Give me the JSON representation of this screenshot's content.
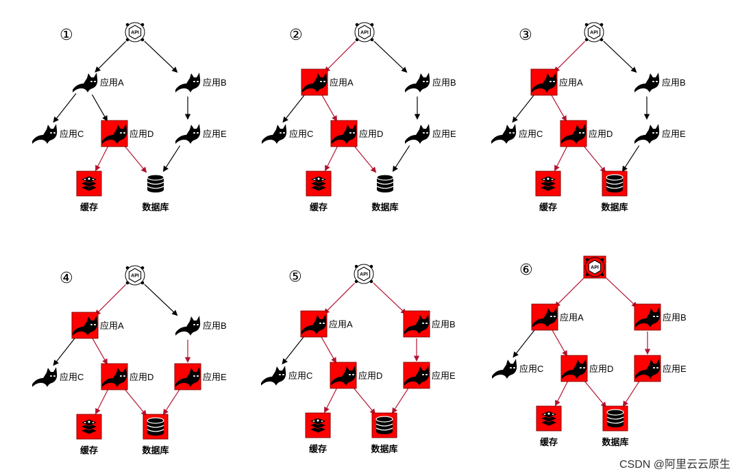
{
  "labels": {
    "api": "API",
    "a": "应用A",
    "b": "应用B",
    "c": "应用C",
    "d": "应用D",
    "e": "应用E",
    "cache": "缓存",
    "db": "数据库"
  },
  "icons": {
    "api": "api-icon",
    "app": "tomcat-icon",
    "cache": "redis-icon",
    "db": "database-icon"
  },
  "colors": {
    "failed_fill": "#ff0000",
    "failed_border": "#8a0000",
    "failed_edge": "#b2122f",
    "normal": "#000000"
  },
  "panels": [
    {
      "number": "①",
      "failed": {
        "api": false,
        "a": false,
        "b": false,
        "c": false,
        "d": true,
        "e": false,
        "cache": true,
        "db": false
      },
      "failing_edges": {
        "api_a": false,
        "api_b": false,
        "a_c": false,
        "a_d": false,
        "b_e": false,
        "d_cache": true,
        "d_db": true,
        "e_db": false
      }
    },
    {
      "number": "②",
      "failed": {
        "api": false,
        "a": true,
        "b": false,
        "c": false,
        "d": true,
        "e": false,
        "cache": true,
        "db": false
      },
      "failing_edges": {
        "api_a": true,
        "api_b": false,
        "a_c": false,
        "a_d": true,
        "b_e": false,
        "d_cache": true,
        "d_db": true,
        "e_db": false
      }
    },
    {
      "number": "③",
      "failed": {
        "api": false,
        "a": true,
        "b": false,
        "c": false,
        "d": true,
        "e": false,
        "cache": true,
        "db": true
      },
      "failing_edges": {
        "api_a": true,
        "api_b": false,
        "a_c": false,
        "a_d": true,
        "b_e": false,
        "d_cache": true,
        "d_db": true,
        "e_db": false
      }
    },
    {
      "number": "④",
      "failed": {
        "api": false,
        "a": true,
        "b": false,
        "c": false,
        "d": true,
        "e": true,
        "cache": true,
        "db": true
      },
      "failing_edges": {
        "api_a": true,
        "api_b": false,
        "a_c": false,
        "a_d": true,
        "b_e": true,
        "d_cache": true,
        "d_db": true,
        "e_db": true
      }
    },
    {
      "number": "⑤",
      "failed": {
        "api": false,
        "a": true,
        "b": true,
        "c": false,
        "d": true,
        "e": true,
        "cache": true,
        "db": true
      },
      "failing_edges": {
        "api_a": true,
        "api_b": true,
        "a_c": false,
        "a_d": true,
        "b_e": true,
        "d_cache": true,
        "d_db": true,
        "e_db": true
      }
    },
    {
      "number": "⑥",
      "failed": {
        "api": true,
        "a": true,
        "b": true,
        "c": false,
        "d": true,
        "e": true,
        "cache": true,
        "db": true
      },
      "failing_edges": {
        "api_a": true,
        "api_b": true,
        "a_c": false,
        "a_d": true,
        "b_e": true,
        "d_cache": true,
        "d_db": true,
        "e_db": true
      }
    }
  ],
  "watermark": "CSDN @阿里云云原生"
}
